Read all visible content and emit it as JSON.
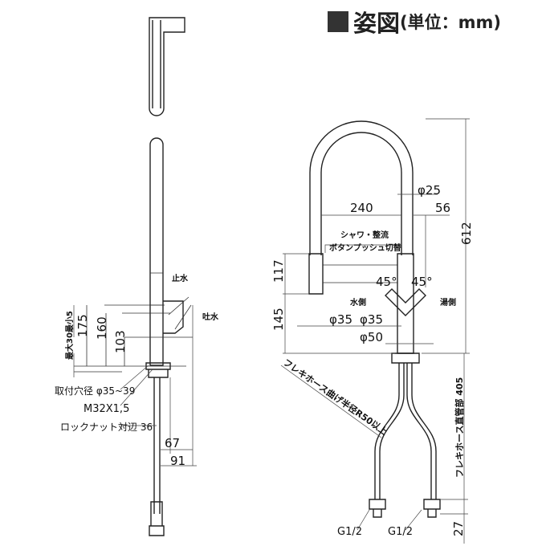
{
  "header": {
    "title": "姿図",
    "unit": "(単位：mm)"
  },
  "side_view": {
    "stop_water": "止水",
    "spout_water": "吐水",
    "max_min": "最大30最小5",
    "dim_175": "175",
    "dim_160": "160",
    "dim_103": "103",
    "mount_hole": "取付穴径 φ35~39",
    "thread": "M32X1,5",
    "locknut": "ロックナット対辺 36",
    "dim_67": "67",
    "dim_91": "91"
  },
  "front_view": {
    "dia_25": "φ25",
    "dim_240": "240",
    "dim_56": "56",
    "dim_612": "612",
    "shower_1": "シャワ・整流",
    "shower_2": "ボタンプッシュ切替",
    "dim_117": "117",
    "dim_145": "145",
    "angle_left": "45°",
    "angle_right": "45°",
    "cold_side": "水側",
    "hot_side": "湯側",
    "dia_35a": "φ35",
    "dia_35b": "φ35",
    "dia_50": "φ50",
    "hose_bend": "フレキホース曲げ半径R50以上",
    "hose_length": "フレキホース直管部 405",
    "g_left": "G1/2",
    "g_right": "G1/2",
    "dim_27": "27"
  }
}
